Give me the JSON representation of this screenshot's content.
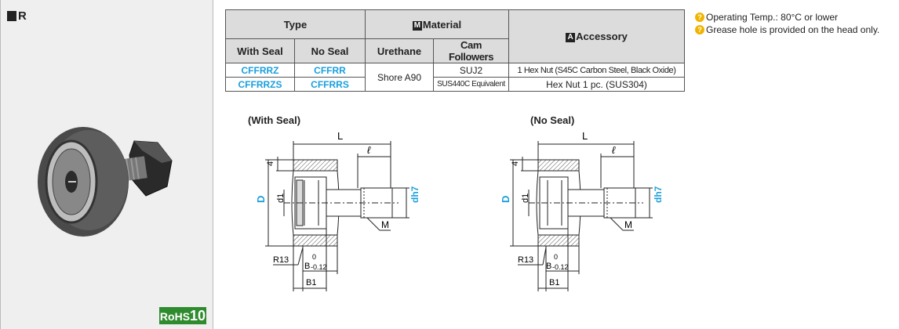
{
  "series": {
    "name": "R"
  },
  "rohs": {
    "prefix": "RoHS",
    "number": "10"
  },
  "table": {
    "type_header": "Type",
    "material_header": "Material",
    "material_badge": "M",
    "accessory_header": "Accessory",
    "accessory_badge": "A",
    "sub_headers": [
      "With Seal",
      "No Seal",
      "Urethane",
      "Cam Followers"
    ],
    "rows": [
      {
        "with_seal": "CFFRRZ",
        "no_seal": "CFFRR",
        "cam": "SUJ2",
        "accessory": "1 Hex Nut (S45C Carbon Steel, Black Oxide)"
      },
      {
        "with_seal": "CFFRRZS",
        "no_seal": "CFFRRS",
        "cam": "SUS440C Equivalent",
        "accessory": "Hex Nut 1 pc. (SUS304)"
      }
    ],
    "urethane": "Shore A90"
  },
  "notes": [
    "Operating Temp.: 80°C or lower",
    "Grease hole is provided on the head only."
  ],
  "diagrams": {
    "with_seal_title": "(With Seal)",
    "no_seal_title": "(No Seal)",
    "labels": {
      "L": "L",
      "l": "ℓ",
      "four": "4",
      "D": "D",
      "d1": "d1",
      "dh7": "dh7",
      "M": "M",
      "R13": "R13",
      "B": "B",
      "B_tol_top": "0",
      "B_tol_bottom": "-0.12",
      "B1": "B1"
    }
  },
  "colors": {
    "accent_blue": "#1a9fdc",
    "rohs_green": "#2e8b2e",
    "note_yellow": "#f0b400"
  }
}
